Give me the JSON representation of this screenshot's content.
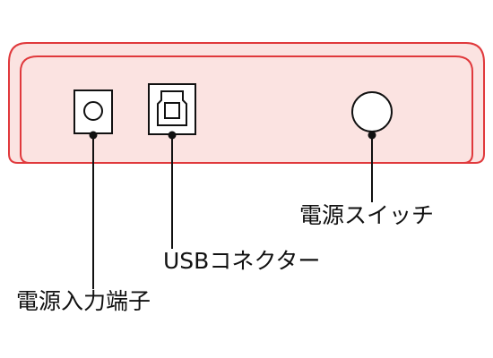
{
  "labels": {
    "power_switch": "電源スイッチ",
    "usb_connector": "USBコネクター",
    "power_input": "電源入力端子"
  },
  "colors": {
    "case_outline": "#e0393c",
    "case_fill": "#fbe3e1",
    "stroke": "#111111"
  }
}
